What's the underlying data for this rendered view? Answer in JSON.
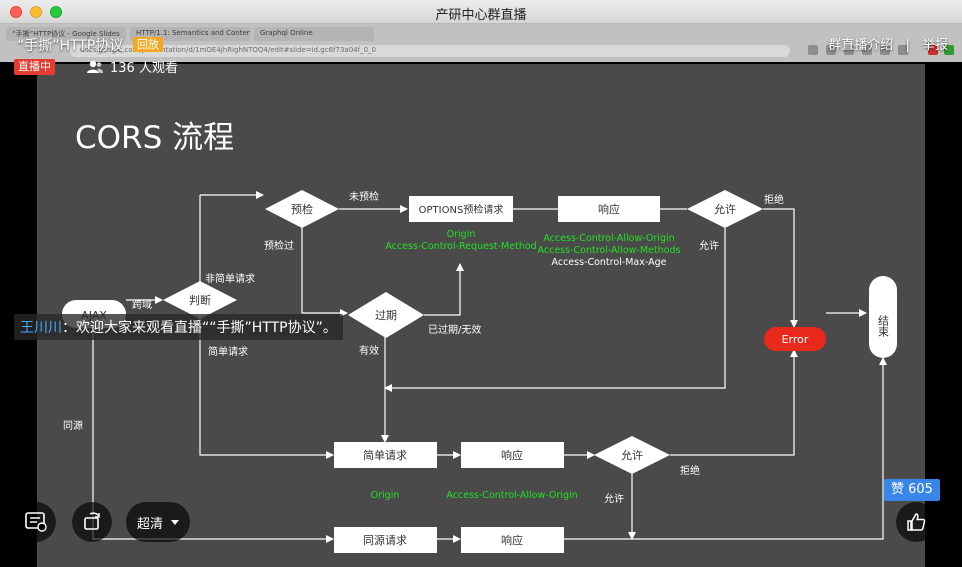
{
  "window": {
    "title": "产研中心群直播"
  },
  "captured_browser": {
    "tabs": [
      "“手撕”HTTP协议 - Google Slides",
      "HTTP/1.1: Semantics and Content",
      "Graphql Online"
    ],
    "address": "docs.google.com/presentation/d/1mOE4jhRighNTOQ4/edit#slide=id.gc6f73a04f_0_0"
  },
  "overlay": {
    "stream_title": "“手撕”HTTP协议",
    "stream_tag": "回放",
    "intro_link": "群直播介绍",
    "divider": "|",
    "report_link": "举报",
    "live_badge": "直播中",
    "viewer_count": "136 人观看",
    "chat": {
      "name": "王川川",
      "separator": "：",
      "message": "欢迎大家来观看直播““手撕”HTTP协议”。"
    },
    "quality_label": "超清",
    "like_label": "赞 605"
  },
  "slide": {
    "title": "CORS 流程",
    "nodes": {
      "ajax": "AJAX",
      "judge": "判断",
      "precheck": "预检",
      "options_request": "OPTIONS预检请求",
      "response1": "响应",
      "allow1": "允许",
      "expire": "过期",
      "error": "Error",
      "end": "结束",
      "simple_request": "简单请求",
      "response2": "响应",
      "allow2": "允许",
      "same_origin_request": "同源请求",
      "response3": "响应"
    },
    "labels": {
      "cross_origin": "跨域",
      "non_simple": "非简单请求",
      "simple": "简单请求",
      "not_prechecked": "未预检",
      "prechecked": "预检过",
      "expired_invalid": "已过期/无效",
      "valid": "有效",
      "same_origin": "同源",
      "reject1": "拒绝",
      "allow_label1": "允许",
      "reject2": "拒绝",
      "allow_label2": "允许"
    },
    "headers": {
      "origin1": "Origin",
      "acrm": "Access-Control-Request-Method",
      "acao1": "Access-Control-Allow-Origin",
      "acam": "Access-Control-Allow-Methods",
      "acma": "Access-Control-Max-Age",
      "origin2": "Origin",
      "acao2": "Access-Control-Allow-Origin"
    },
    "colors": {
      "background": "#4a4a4a",
      "line": "#ffffff",
      "header_text": "#22e022",
      "error": "#e8291c"
    }
  }
}
